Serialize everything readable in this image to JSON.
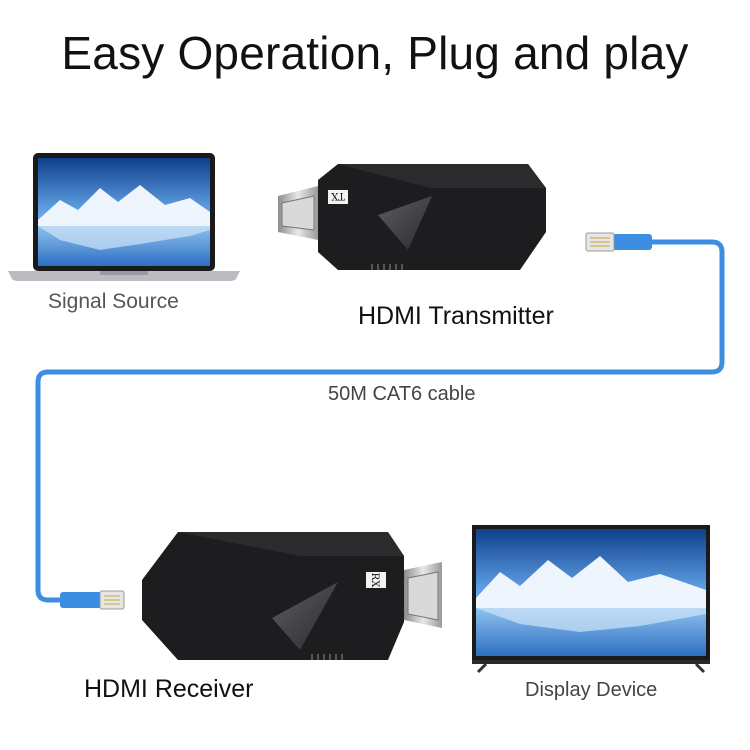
{
  "title": "Easy Operation, Plug and play",
  "labels": {
    "signal_source": "Signal Source",
    "transmitter": "HDMI Transmitter",
    "cable": "50M CAT6 cable",
    "receiver": "HDMI Receiver",
    "display": "Display Device"
  },
  "badges": {
    "tx": "TX",
    "rx": "RX"
  },
  "colors": {
    "cable": "#3b8ee0",
    "device_body": "#1d1d1f"
  }
}
